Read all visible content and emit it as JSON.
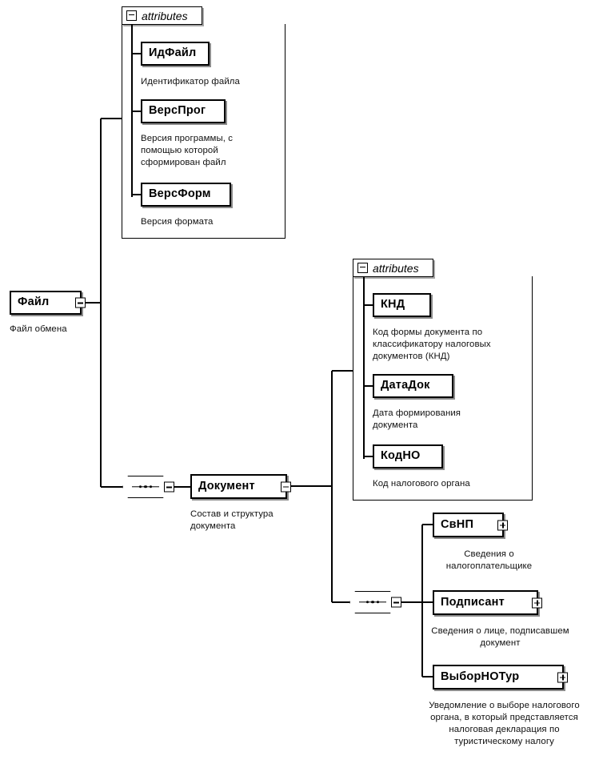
{
  "diagram": {
    "type": "xml-schema-tree",
    "title": "Файл обмена",
    "nodes": [
      {
        "id": "fail",
        "label": "Файл",
        "desc": "Файл обмена",
        "handle": "minus"
      },
      {
        "id": "dokument",
        "label": "Документ",
        "desc": "Состав и структура документа",
        "handle": "minus"
      },
      {
        "id": "svnp",
        "label": "СвНП",
        "desc": "Сведения о налогоплательщике",
        "handle": "plus"
      },
      {
        "id": "podpisant",
        "label": "Подписант",
        "desc": "Сведения о лице, подписавшем документ",
        "handle": "plus"
      },
      {
        "id": "vybornotur",
        "label": "ВыборНОТур",
        "desc": "Уведомление о выборе налогового органа, в который представляется налоговая декларация по туристическому налогу",
        "handle": "plus"
      }
    ],
    "attribute_groups": [
      {
        "id": "attrs-fail",
        "header": "attributes",
        "items": [
          {
            "label": "ИдФайл",
            "desc": "Идентификатор файла"
          },
          {
            "label": "ВерсПрог",
            "desc": "Версия программы, с помощью которой сформирован файл"
          },
          {
            "label": "ВерсФорм",
            "desc": "Версия формата"
          }
        ]
      },
      {
        "id": "attrs-dokument",
        "header": "attributes",
        "items": [
          {
            "label": "КНД",
            "desc": "Код формы документа по классификатору налоговых документов (КНД)"
          },
          {
            "label": "ДатаДок",
            "desc": "Дата формирования документа"
          },
          {
            "label": "КодНО",
            "desc": "Код налогового органа"
          }
        ]
      }
    ],
    "sequences": [
      {
        "id": "seq-fail",
        "symbol": "sequence",
        "handle": "minus"
      },
      {
        "id": "seq-dokument",
        "symbol": "sequence",
        "handle": "minus"
      }
    ]
  }
}
